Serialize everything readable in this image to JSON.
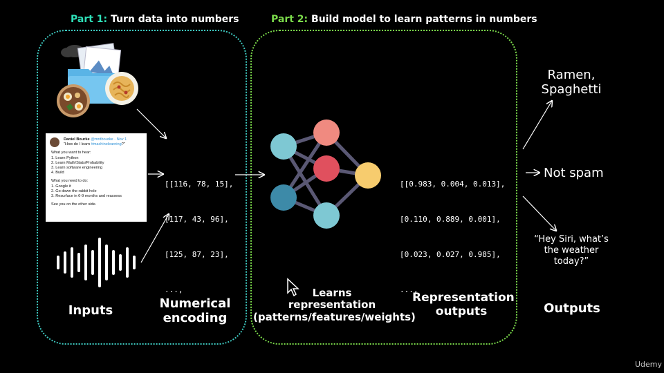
{
  "part1": {
    "prefix": "Part 1:",
    "rest": " Turn data into numbers"
  },
  "part2": {
    "prefix": "Part 2:",
    "rest": " Build model to learn patterns in numbers"
  },
  "labels": {
    "inputs": "Inputs",
    "numerical_encoding_1": "Numerical",
    "numerical_encoding_2": "encoding",
    "learns_1": "Learns",
    "learns_2": "representation",
    "learns_3": "(patterns/features/weights)",
    "repr_outputs_1": "Representation",
    "repr_outputs_2": "outputs",
    "outputs": "Outputs"
  },
  "encoding_matrix": [
    "[[116, 78, 15],",
    "[117, 43, 96],",
    "[125, 87, 23],",
    "...,"
  ],
  "output_matrix": [
    "[[0.983, 0.004, 0.013],",
    "[0.110, 0.889, 0.001],",
    "[0.023, 0.027, 0.985],",
    "...,"
  ],
  "outputs": {
    "food_1": "Ramen,",
    "food_2": "Spaghetti",
    "spam": "Not spam",
    "siri_1": "“Hey Siri, what’s",
    "siri_2": "the weather",
    "siri_3": "today?”"
  },
  "tweet": {
    "name": "Daniel Bourke",
    "handle": "@mrdbourke · Nov 1",
    "question_pre": "\"How do I learn ",
    "question_tag": "#machinelearning",
    "question_post": "?\"",
    "want_heading": "What you want to hear:",
    "want_items": [
      "1. Learn Python",
      "2. Learn Math/Stats/Probability",
      "3. Learn software engineering",
      "4. Build"
    ],
    "need_heading": "What you need to do:",
    "need_items": [
      "1. Google it",
      "2. Go down the rabbit hole",
      "3. Resurface in 6-9 months and reassess"
    ],
    "signoff": "See you on the other side."
  },
  "colors": {
    "part1_accent": "#2ee0b8",
    "part2_accent": "#7ad94a",
    "node_light_blue": "#7ec8d3",
    "node_dark_blue": "#3d8aa8",
    "node_salmon": "#f08a80",
    "node_red": "#e0505e",
    "node_yellow": "#f7cc6e"
  },
  "watermark": "Udemy"
}
